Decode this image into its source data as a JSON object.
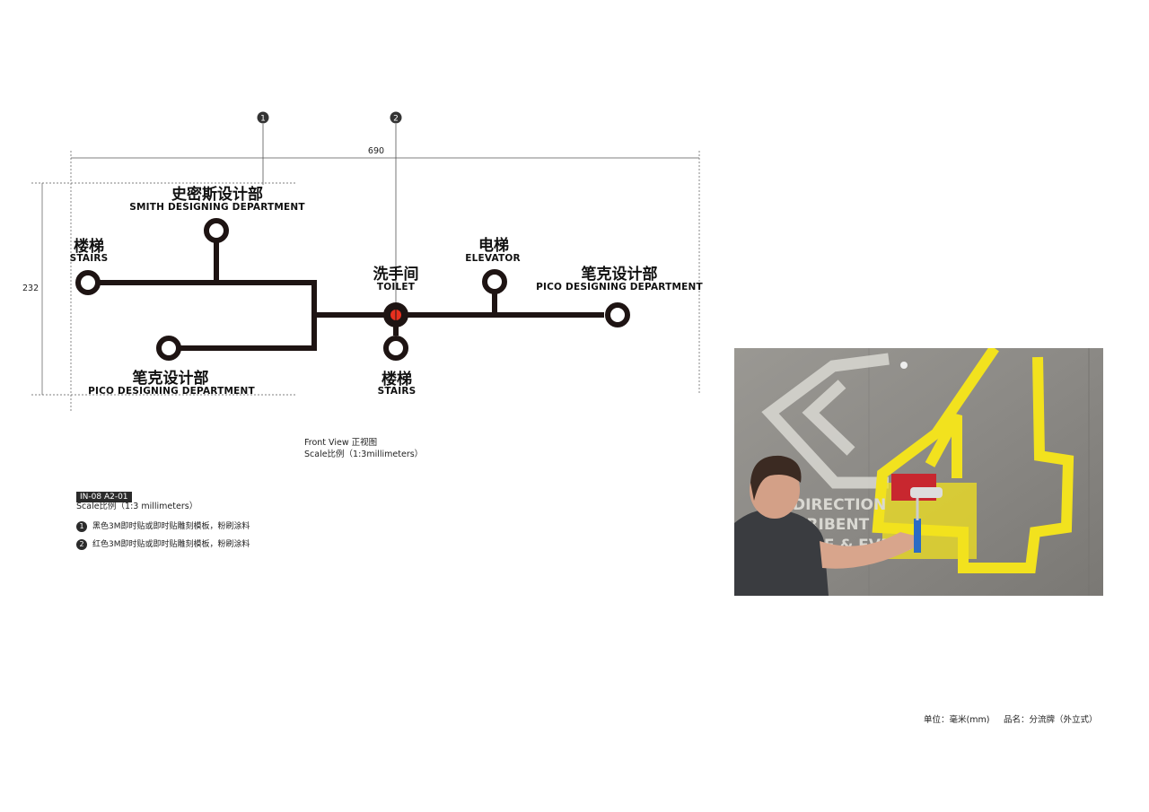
{
  "dimensions": {
    "width_label": "690",
    "height_label": "232"
  },
  "markers": [
    {
      "num": "1"
    },
    {
      "num": "2"
    }
  ],
  "stops": {
    "smith": {
      "cn": "史密斯设计部",
      "en": "SMITH DESIGNING DEPARTMENT"
    },
    "stairs_left": {
      "cn": "楼梯",
      "en": "STAIRS"
    },
    "pico_left": {
      "cn": "笔克设计部",
      "en": "PICO DESIGNING DEPARTMENT"
    },
    "toilet": {
      "cn": "洗手间",
      "en": "TOILET"
    },
    "stairs_bottom": {
      "cn": "楼梯",
      "en": "STAIRS"
    },
    "elevator": {
      "cn": "电梯",
      "en": "ELEVATOR"
    },
    "pico_right": {
      "cn": "笔克设计部",
      "en": "PICO DESIGNING DEPARTMENT"
    }
  },
  "view": {
    "title": "Front View  正视图",
    "scale": "Scale比例（1:3millimeters）"
  },
  "spec": {
    "code": "IN-08   A2-01",
    "scale": "Scale比例（1:3 millimeters）",
    "notes": [
      {
        "num": "1",
        "text": "黑色3M即时贴或即时贴雕刻模板，粉刷涂料"
      },
      {
        "num": "2",
        "text": "红色3M即时贴或即时贴雕刻模板，粉刷涂料"
      }
    ]
  },
  "photo": {
    "lines": [
      "DIRECTION",
      "SKRIBENT",
      "XPERIENCE & EVENT"
    ],
    "big_char": "4"
  },
  "footer": {
    "unit": "单位：毫米(mm)",
    "product": "品名：分流牌（外立式）"
  },
  "colors": {
    "line": "#1e1413",
    "accent": "#e8301f",
    "tape": "#f2e21e",
    "wall": "#8d8b87"
  }
}
